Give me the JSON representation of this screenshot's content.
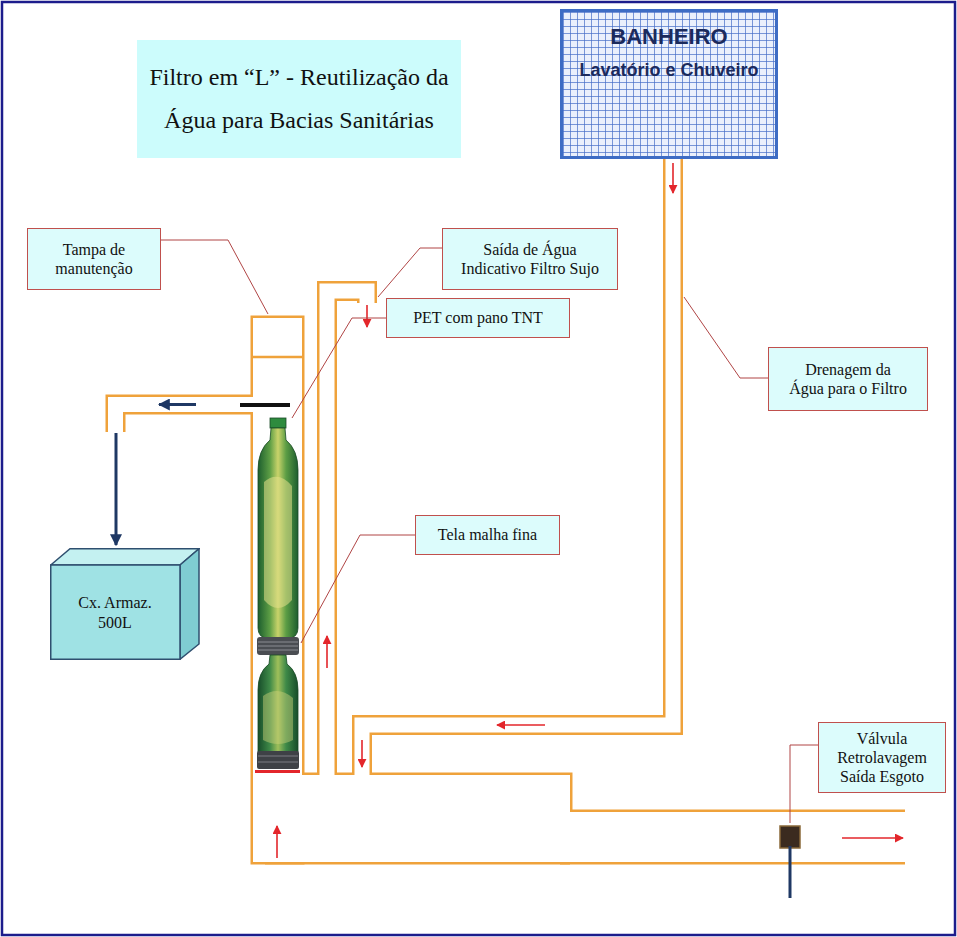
{
  "diagram": {
    "title": "Filtro em “L” - Reutilização da Água para Bacias Sanitárias",
    "nodes": [
      {
        "text": [
          "BANHEIRO",
          "Lavatório e Chuveiro"
        ]
      },
      {
        "text": [
          "Tampa de manutenção"
        ]
      },
      {
        "text": [
          "Saída de Água Indicativo Filtro Sujo"
        ]
      },
      {
        "text": [
          "PET com pano TNT"
        ]
      },
      {
        "text": [
          "Drenagem da Água para o Filtro"
        ]
      },
      {
        "text": [
          "Tela malha fina"
        ]
      },
      {
        "text": [
          "Cx. Armaz. 500L"
        ]
      },
      {
        "text": [
          "Válvula Retrolavagem Saída Esgoto"
        ]
      }
    ]
  }
}
